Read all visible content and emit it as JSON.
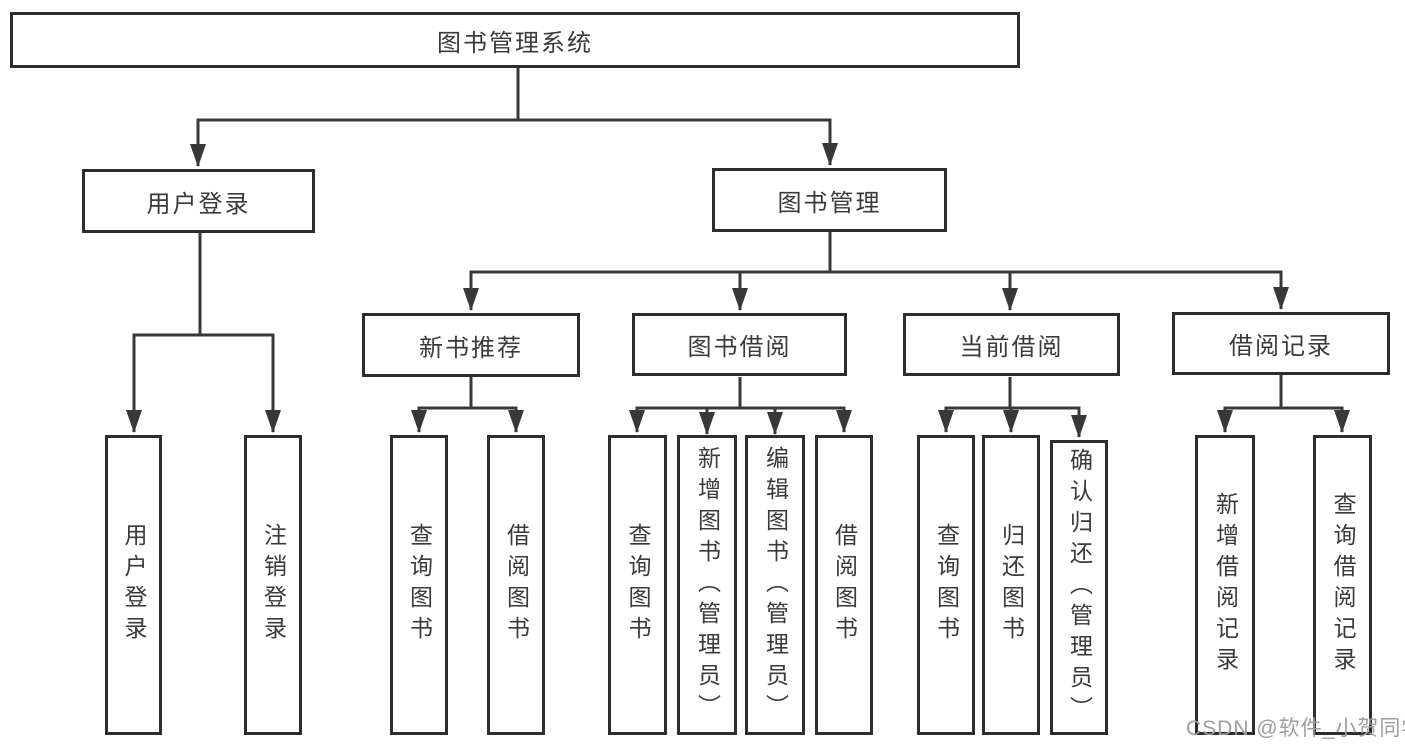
{
  "diagram": {
    "type": "hierarchy-tree",
    "root": {
      "label": "图书管理系统"
    },
    "level2": [
      {
        "label": "用户登录"
      },
      {
        "label": "图书管理"
      }
    ],
    "level3": [
      {
        "label": "新书推荐",
        "parent": "图书管理"
      },
      {
        "label": "图书借阅",
        "parent": "图书管理"
      },
      {
        "label": "当前借阅",
        "parent": "图书管理"
      },
      {
        "label": "借阅记录",
        "parent": "图书管理"
      }
    ],
    "leaves": [
      {
        "label": "用户登录",
        "parent": "用户登录"
      },
      {
        "label": "注销登录",
        "parent": "用户登录"
      },
      {
        "label": "查询图书",
        "parent": "新书推荐"
      },
      {
        "label": "借阅图书",
        "parent": "新书推荐"
      },
      {
        "label": "查询图书",
        "parent": "图书借阅"
      },
      {
        "label": "新增图书（管理员）",
        "parent": "图书借阅"
      },
      {
        "label": "编辑图书（管理员）",
        "parent": "图书借阅"
      },
      {
        "label": "借阅图书",
        "parent": "图书借阅"
      },
      {
        "label": "查询图书",
        "parent": "当前借阅"
      },
      {
        "label": "归还图书",
        "parent": "当前借阅"
      },
      {
        "label": "确认归还（管理员）",
        "parent": "当前借阅"
      },
      {
        "label": "新增借阅记录",
        "parent": "借阅记录"
      },
      {
        "label": "查询借阅记录",
        "parent": "借阅记录"
      }
    ],
    "colors": {
      "line": "#383838",
      "box_border": "#2d2d2d",
      "text": "#3a3a3a",
      "background": "#ffffff",
      "watermark": "#9e9e9e"
    }
  },
  "watermark": {
    "text": "CSDN @软件_小贺同学"
  }
}
